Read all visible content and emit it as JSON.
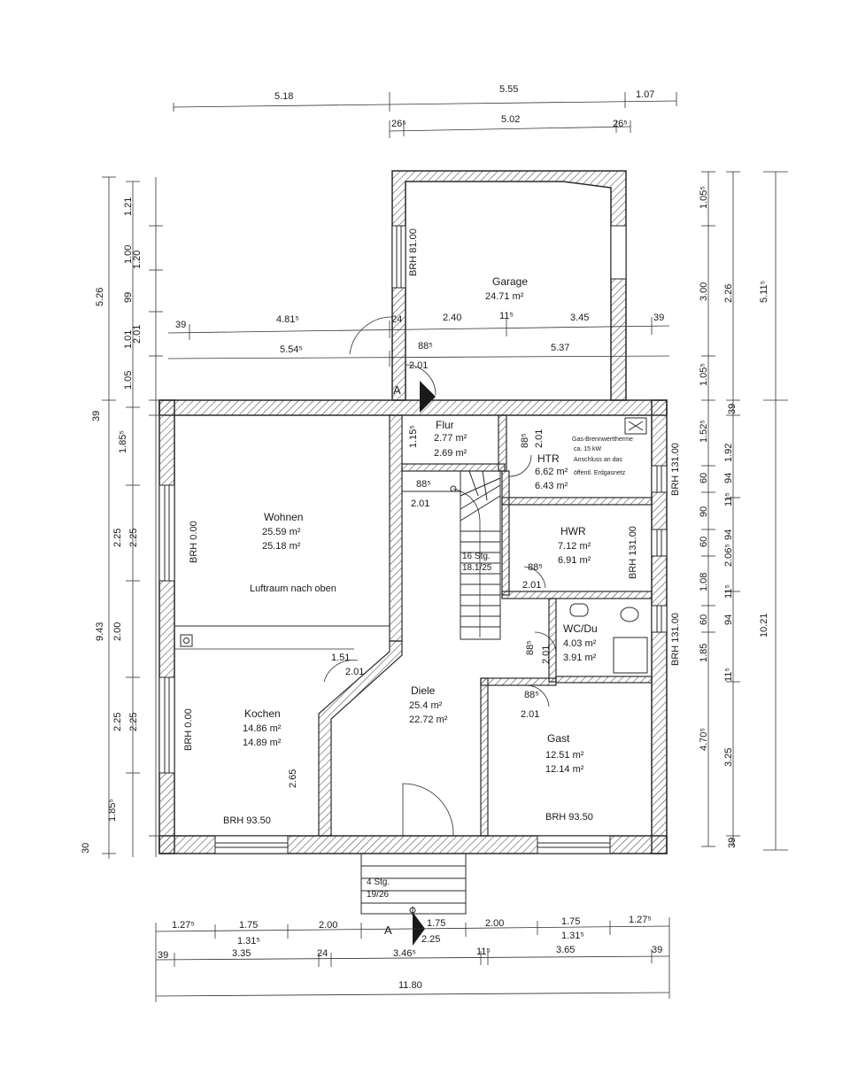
{
  "colors": {
    "wall": "#2a2a2a",
    "hatch": "#555555",
    "dim": "#333333",
    "paper": "#ffffff"
  },
  "rooms": {
    "garage": {
      "name": "Garage",
      "area1": "24.71 m²"
    },
    "wohnen": {
      "name": "Wohnen",
      "area1": "25.59 m²",
      "area2": "25.18 m²",
      "note": "Luftraum nach oben"
    },
    "kochen": {
      "name": "Kochen",
      "area1": "14.86 m²",
      "area2": "14.89 m²"
    },
    "flur": {
      "name": "Flur",
      "area1": "2.77 m²",
      "area2": "2.69 m²"
    },
    "htr": {
      "name": "HTR",
      "area1": "6.62 m²",
      "area2": "6.43 m²",
      "note1": "Gas-Brennwerttherme",
      "note2": "ca. 15 kW",
      "note3": "Anschluss an das",
      "note4": "öffentl. Erdgasnetz"
    },
    "hwr": {
      "name": "HWR",
      "area1": "7.12 m²",
      "area2": "6.91 m²"
    },
    "wcdu": {
      "name": "WC/Du",
      "area1": "4.03 m²",
      "area2": "3.91 m²"
    },
    "diele": {
      "name": "Diele",
      "area1": "25.4 m²",
      "area2": "22.72 m²"
    },
    "gast": {
      "name": "Gast",
      "area1": "12.51 m²",
      "area2": "12.14 m²"
    }
  },
  "stairs": {
    "main": "16 Stg.",
    "main_ratio": "18.1/25",
    "entry": "4 Stg.",
    "entry_ratio": "19/26"
  },
  "brh": {
    "garage": "BRH 81.00",
    "wohnen": "BRH 0.00",
    "kochen_side": "BRH 0.00",
    "kochen_bottom": "BRH 93.50",
    "gast_bottom": "BRH 93.50",
    "htr": "BRH 131.00",
    "hwr": "BRH 131.00",
    "wc": "BRH 131.00"
  },
  "section_marker": "A",
  "dims": {
    "top1": [
      "5.18",
      "5.55",
      "1.07"
    ],
    "top2": [
      "26⁵",
      "5.02",
      "26⁵"
    ],
    "garage_row1": [
      "39",
      "4.81⁵",
      "24",
      "2.40",
      "11⁵",
      "3.45",
      "39"
    ],
    "garage_row2": [
      "5.54⁵",
      "88⁵",
      "5.37"
    ],
    "door_widths": [
      "2.01",
      "1.15⁵",
      "88⁵",
      "2.01",
      "88⁵",
      "2.01",
      "88⁵",
      "2.01",
      "88⁵",
      "2.01",
      "88⁵",
      "2.01",
      "88⁵",
      "2.01",
      "1.51",
      "2.01",
      "2.65"
    ],
    "bottom1": [
      "1.27⁵",
      "1.75",
      "2.00",
      "1.75",
      "2.00",
      "1.75",
      "1.27⁵"
    ],
    "bottom1b": [
      "1.31⁵",
      "2.25",
      "1.31⁵"
    ],
    "bottom2": [
      "39",
      "3.35",
      "24",
      "3.46⁵",
      "11⁵",
      "3.65",
      "39"
    ],
    "bottom_total": "11.80",
    "left_outer": [
      "5.26",
      "9.43"
    ],
    "left_mid": [
      "2.01",
      "2.25",
      "2.00",
      "2.25"
    ],
    "left_inner": [
      "1.21",
      "1.00",
      "99",
      "1.01",
      "1.05",
      "39",
      "1.85⁵",
      "2.25",
      "2.25",
      "1.85⁵",
      "30"
    ],
    "left_inner_b": [
      "1.20"
    ],
    "right_r1": [
      "1.05⁵",
      "3.00",
      "1.05⁵",
      "1.52⁵",
      "60",
      "90",
      "60",
      "1.08",
      "60",
      "1.85",
      "4.70⁵"
    ],
    "right_r2": [
      "2.26",
      "39",
      "1.92",
      "94",
      "11⁵",
      "94",
      "2.06⁵",
      "11⁵",
      "94",
      "11⁵",
      "3.25",
      "39"
    ],
    "right_outer": [
      "5.11⁵",
      "10.21"
    ]
  }
}
